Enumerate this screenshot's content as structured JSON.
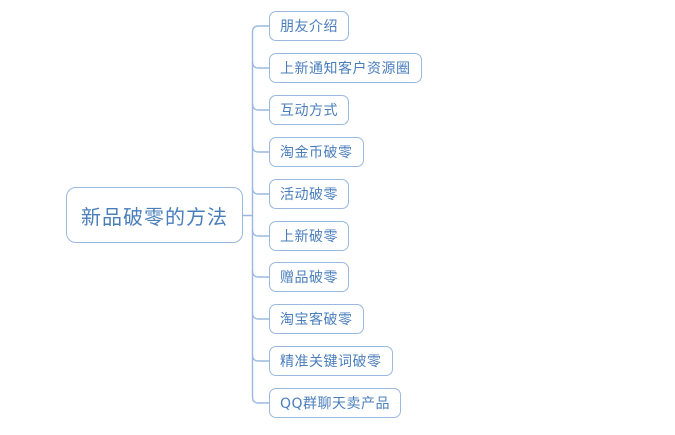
{
  "diagram": {
    "type": "mind-map",
    "orientation": "left-root-right-branches",
    "colors": {
      "background": "#ffffff",
      "node_border": "#9ab8e0",
      "node_text": "#4a7ebb",
      "connector_line": "#9ab8e0",
      "node_fill": "#ffffff"
    },
    "root": {
      "label": "新品破零的方法"
    },
    "branches": [
      {
        "label": "朋友介绍"
      },
      {
        "label": "上新通知客户资源圈"
      },
      {
        "label": "互动方式"
      },
      {
        "label": "淘金币破零"
      },
      {
        "label": "活动破零"
      },
      {
        "label": "上新破零"
      },
      {
        "label": "赠品破零"
      },
      {
        "label": "淘宝客破零"
      },
      {
        "label": "精准关键词破零"
      },
      {
        "label": "QQ群聊天卖产品"
      }
    ]
  }
}
